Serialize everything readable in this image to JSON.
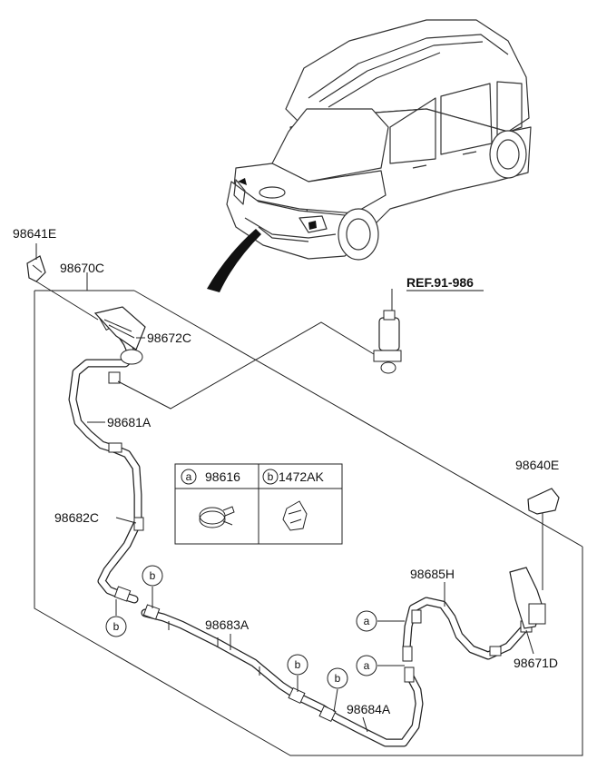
{
  "diagram": {
    "reference_label": "REF.91-986",
    "part_labels": {
      "p98641E": "98641E",
      "p98670C": "98670C",
      "p98672C": "98672C",
      "p98681A": "98681A",
      "p98682C": "98682C",
      "p98683A": "98683A",
      "p98684A": "98684A",
      "p98685H": "98685H",
      "p98640E": "98640E",
      "p98671D": "98671D"
    },
    "legend": {
      "a_letter": "a",
      "a_part": "98616",
      "b_letter": "b",
      "b_part": "1472AK"
    },
    "callouts": {
      "b1": "b",
      "b2": "b",
      "b3": "b",
      "b4": "b",
      "a1": "a",
      "a2": "a"
    }
  }
}
